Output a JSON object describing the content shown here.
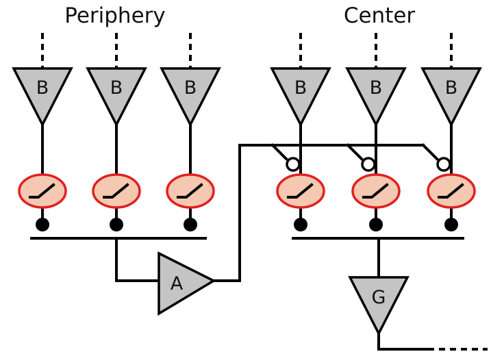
{
  "labels": {
    "periphery": "Periphery",
    "center": "Center",
    "bipolar": "B",
    "amacrine": "A",
    "ganglion": "G"
  },
  "colors": {
    "triangle_fill": "#c4c4c4",
    "synapse_fill": "#f5c8b2",
    "synapse_stroke": "#e02020",
    "line": "#000000"
  },
  "icons": {
    "synapse_symbol": "rectifying-synapse-icon",
    "output_node": "filled-dot",
    "inhibitory_node": "open-circle"
  }
}
